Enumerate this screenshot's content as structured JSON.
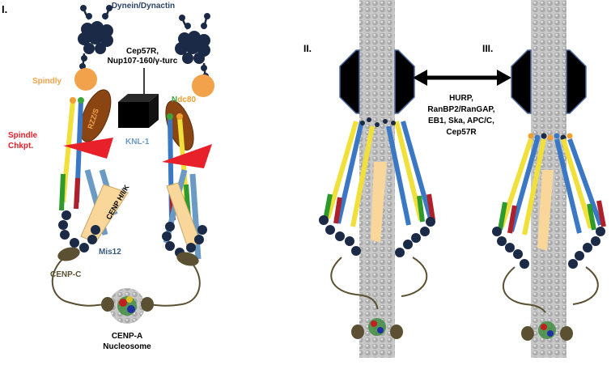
{
  "panels": {
    "p1": "I.",
    "p2": "II.",
    "p3": "III."
  },
  "labels": {
    "dynein": "Dynein/Dynactin",
    "cep57r_line1": "Cep57R,",
    "cep57r_line2": "Nup107-160/γ-turc",
    "spindly": "Spindly",
    "rzzs": "RZZ/S",
    "ndc80_n": "N",
    "ndc80_d": "d",
    "ndc80_c80": "c80",
    "spindle_chkpt_line1": "Spindle",
    "spindle_chkpt_line2": "Chkpt.",
    "knl1": "KNL-1",
    "cenp_hik": "CENP H/I/K",
    "mis12": "Mis12",
    "cenpc": "CENP-C",
    "cenpa_line1": "CENP-A",
    "cenpa_line2": "Nucleosome",
    "map_line1": "HURP,",
    "map_line2": "RanBP2/RanGAP,",
    "map_line3": "EB1, Ska, APC/C,",
    "map_line4": "Cep57R"
  },
  "colors": {
    "dark_navy": "#1b2a46",
    "dynein_text": "#2d4566",
    "spindly_orange": "#f2a24a",
    "rzz_brown": "#8b4513",
    "checkpoint_red": "#e8202a",
    "knl1_blue": "#6b9ac4",
    "cenp_hik_tan": "#f9d79a",
    "mis12_blue": "#3a5a80",
    "cenpc_olive": "#5b5032",
    "ndc80_green": "#3aa53a",
    "ndc80_orange": "#f0a030",
    "microtubule_grey": "#b8b8b8",
    "rod_yellow": "#f2e03a",
    "rod_blue": "#3a78c4",
    "rod_green": "#2e9a2e",
    "rod_red": "#b0202a"
  }
}
